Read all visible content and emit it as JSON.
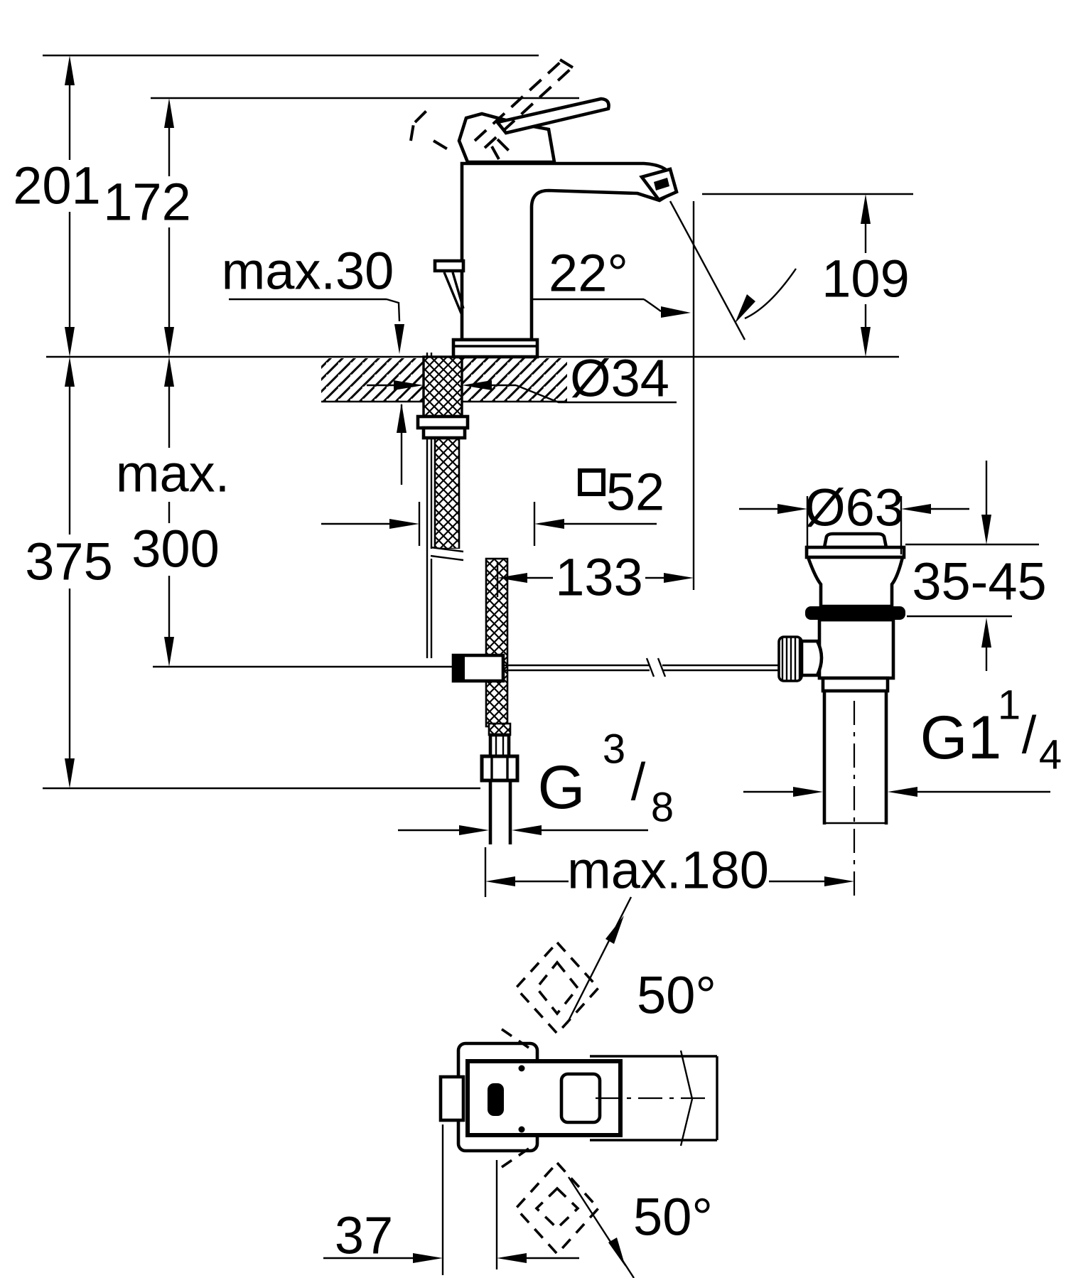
{
  "drawing": {
    "kind": "faucet installation dimension drawing",
    "units": "mm",
    "line_color": "#000000",
    "background": "#ffffff"
  },
  "dims": {
    "total_height": "201",
    "spout_top_height": "172",
    "max_deck_thickness": "max.30",
    "spout_angle": "22°",
    "spout_outlet_height": "109",
    "shank_diameter": "Ø34",
    "body_section": "52",
    "center_to_outlet": "133",
    "max_shared": "max.",
    "below_deck_left": "375",
    "below_deck_right": "300",
    "waste_flange_diameter": "Ø63",
    "waste_deck_range": "35-45",
    "supply_thread_g": "G",
    "supply_thread_num": "3",
    "supply_thread_slash": "/",
    "supply_thread_den": "8",
    "waste_thread_g": "G1",
    "waste_thread_num": "1",
    "waste_thread_slash": "/",
    "waste_thread_den": "4",
    "max_rod_reach": "max.180",
    "swing_angle_top": "50°",
    "swing_angle_bottom": "50°",
    "handle_offset": "37"
  }
}
